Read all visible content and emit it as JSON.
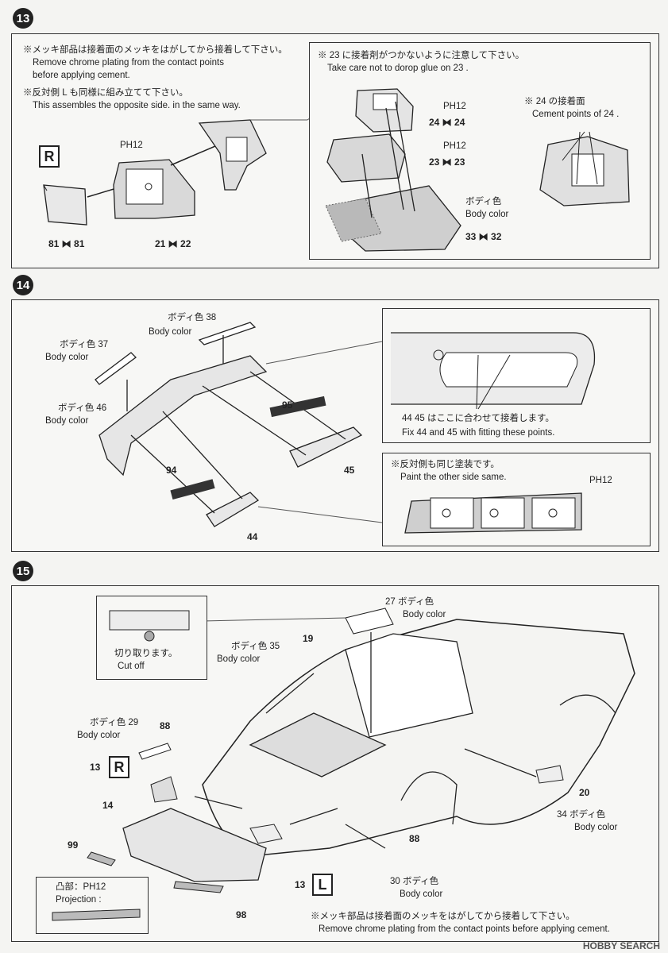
{
  "step13": {
    "number": "13",
    "note_chrome_jp": "※メッキ部品は接着面のメッキをはがしてから接着して下さい。",
    "note_chrome_en1": "Remove chrome plating from the contact points",
    "note_chrome_en2": "before applying cement.",
    "note_opposite_jp": "※反対側 L も同様に組み立てて下さい。",
    "note_opposite_en": "This assembles the opposite side. in the same way.",
    "side_badge": "R",
    "paint_code": "PH12",
    "pair_81": "81 ⧓ 81",
    "pair_21_22": "21 ⧓ 22",
    "glue_note_jp": "※ 23 に接着剤がつかないように注意して下さい。",
    "glue_note_en": "Take care not to dorop glue on 23 .",
    "pair_24": "24 ⧓ 24",
    "pair_23": "23 ⧓ 23",
    "pair_33_32": "33 ⧓ 32",
    "paint_code_24": "PH12",
    "paint_code_23": "PH12",
    "body_color_jp": "ボディ色",
    "body_color_en": "Body color",
    "cement_jp": "※ 24 の接着面",
    "cement_en": "Cement points of 24 ."
  },
  "step14": {
    "number": "14",
    "part38_jp": "ボディ色 38",
    "part38_en": "Body color",
    "part37_jp": "ボディ色 37",
    "part37_en": "Body color",
    "part46_jp": "ボディ色 46",
    "part46_en": "Body color",
    "part95": "95",
    "part45": "45",
    "part94": "94",
    "part44": "44",
    "fit_jp": "44 45 はここに合わせて接着します。",
    "fit_en": "Fix 44 and 45 with fitting these points.",
    "paint_jp": "※反対側も同じ塗装です。",
    "paint_en": "Paint the other side same.",
    "paint_code": "PH12"
  },
  "step15": {
    "number": "15",
    "cut_jp": "切り取ります。",
    "cut_en": "Cut off",
    "part27_jp": "27 ボディ色",
    "part27_en": "Body color",
    "part35_jp": "ボディ色 35",
    "part35_en": "Body color",
    "part19": "19",
    "part29_jp": "ボディ色 29",
    "part29_en": "Body color",
    "part88a": "88",
    "ref13R": "13",
    "badge_R": "R",
    "ref14": "14",
    "part99": "99",
    "projection_jp": "凸部：PH12",
    "projection_en": "Projection :",
    "part98": "98",
    "part88b": "88",
    "part30_jp": "30 ボディ色",
    "part30_en": "Body color",
    "ref13L": "13",
    "badge_L": "L",
    "part20": "20",
    "part34_jp": "34 ボディ色",
    "part34_en": "Body color",
    "footer_jp": "※メッキ部品は接着面のメッキをはがしてから接着して下さい。",
    "footer_en": "Remove chrome plating from the contact points before applying cement."
  },
  "watermark": "HOBBY SEARCH"
}
